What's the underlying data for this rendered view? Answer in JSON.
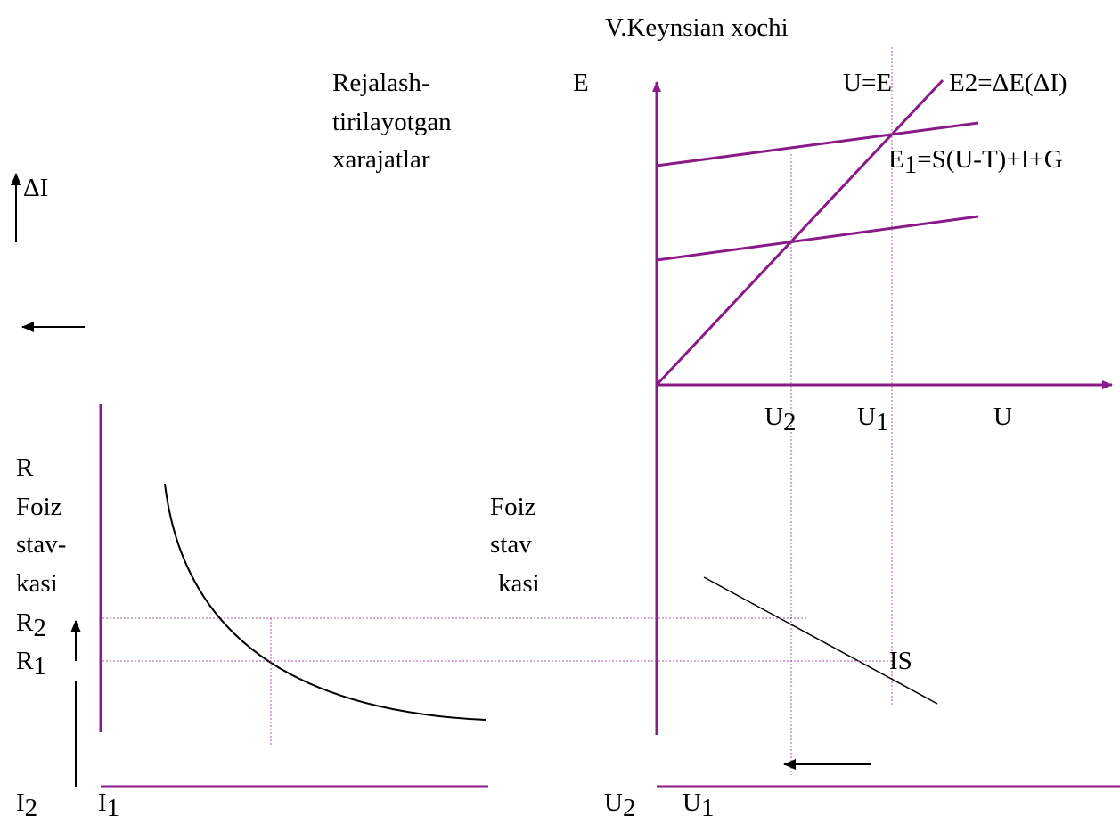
{
  "colors": {
    "axis": "#8b1a89",
    "guide": "#a05aa0",
    "curve": "#000000",
    "text": "#000000"
  },
  "labels": {
    "title": "V.Keynsian xochi",
    "ylabel_line1": "Rejalash-",
    "ylabel_line2": "tirilayotgan",
    "ylabel_line3": "xarajatlar",
    "e_axis": "E",
    "ue_line": "U=E",
    "e2_line": "E2=ΔE(ΔI)",
    "e1_main": "E",
    "e1_sub": "1",
    "e1_rest": "=S(U-T)+I+G",
    "delta_i": "ΔI",
    "u2_main": "U",
    "u2_sub": "2",
    "u1_main": "U",
    "u1_sub": "1",
    "u_axis": "U",
    "r_label": "R",
    "foiz_left": "Foiz",
    "stav_left": "stav-",
    "kasi_left": "kasi",
    "r2_main": "R",
    "r2_sub": "2",
    "r1_main": "R",
    "r1_sub": "1",
    "foiz_mid": "Foiz",
    "stav_mid": "stav",
    "kasi_mid": "kasi",
    "is_label": "IS",
    "i2_main": "I",
    "i2_sub": "2",
    "i1_main": "I",
    "i1_sub": "1",
    "u2b_main": "U",
    "u2b_sub": "2",
    "u1b_main": "U",
    "u1b_sub": "1"
  }
}
